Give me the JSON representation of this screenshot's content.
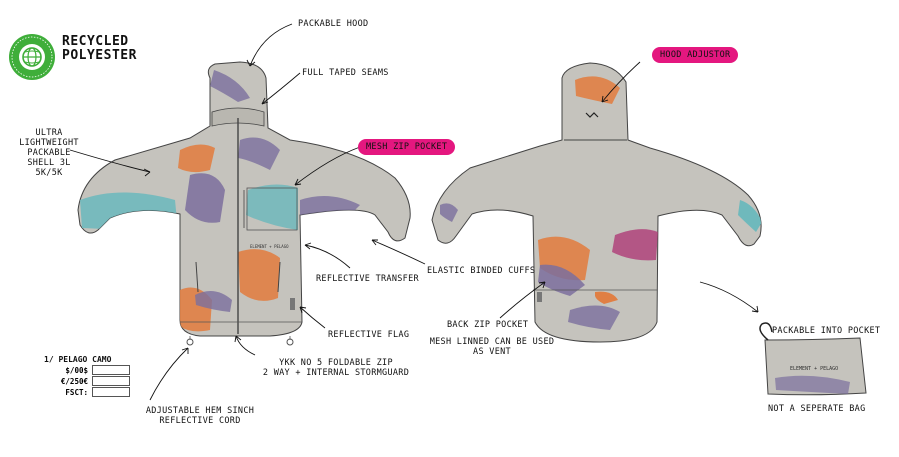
{
  "logo": {
    "title_line1": "RECYCLED",
    "title_line2": "POLYESTER",
    "badge_icon": "globe-icon",
    "badge_color": "#3fae3a"
  },
  "colors": {
    "garment": "#c5c3bd",
    "outline": "#444444",
    "orange": "#e07f44",
    "teal": "#6fb9bc",
    "purple": "#7b6f9e",
    "magenta": "#b04a7e",
    "pill": "#e4177f"
  },
  "callouts": {
    "packable_hood": "PACKABLE HOOD",
    "full_taped_seams": "FULL TAPED SEAMS",
    "ultra_shell": [
      "ULTRA",
      "LIGHTWEIGHT",
      "PACKABLE",
      "SHELL 3L",
      "5K/5K"
    ],
    "mesh_zip_pocket": "MESH ZIP POCKET",
    "reflective_transfer": "REFLECTIVE TRANSFER",
    "elastic_cuffs": "ELASTIC BINDED CUFFS",
    "reflective_flag": "REFLECTIVE FLAG",
    "ykk_zip": [
      "YKK NO 5 FOLDABLE ZIP",
      "2 WAY  + INTERNAL STORMGUARD"
    ],
    "hem_sinch": [
      "ADJUSTABLE HEM SINCH",
      "REFLECTIVE CORD"
    ],
    "hood_adjustor": "HOOD ADJUSTOR",
    "back_zip_pocket": "BACK ZIP POCKET",
    "mesh_vent": [
      "MESH LINNED CAN BE USED",
      "AS VENT"
    ],
    "packable_pocket": "PACKABLE INTO POCKET",
    "not_separate_bag": "NOT A SEPERATE BAG"
  },
  "garment_text": {
    "front_label": "ELEMENT + PELAGO",
    "bag_label": "ELEMENT + PELAGO"
  },
  "spec": {
    "title": "1/ PELAGO CAMO",
    "rows": [
      {
        "key": "$/00$"
      },
      {
        "key": "€/250€"
      },
      {
        "key": "FSCT:"
      }
    ]
  }
}
